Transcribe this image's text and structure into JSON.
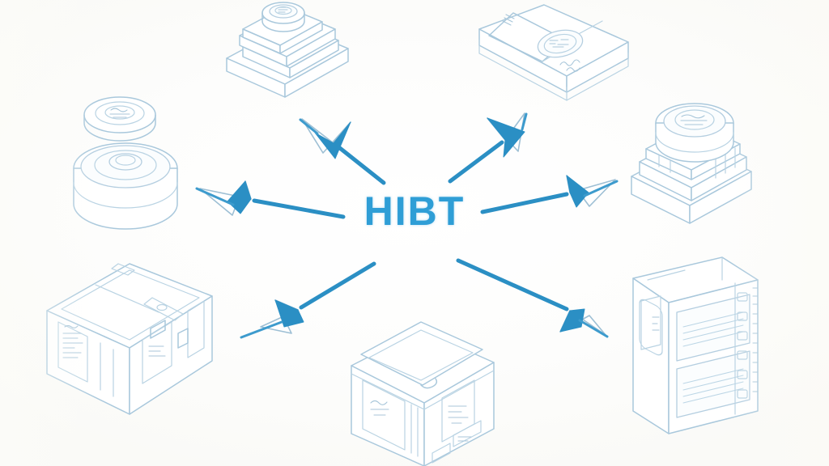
{
  "diagram": {
    "type": "hub-and-spoke",
    "title": "HIBT",
    "center_label": "HIBT",
    "background_color": "#fbfbf8",
    "accent_color": "#2f9ed6",
    "outline_color": "#a9c8dc",
    "arrow_color": "#2b8fc4",
    "arrow_count": 6,
    "arrow_style": "concave-dart-head",
    "node_count": 7,
    "nodes": [
      {
        "id": "node-top-left",
        "name": "stacked-module-top-left",
        "description": "Isometric stacked layered base with cylindrical cap on top",
        "position": "top-left"
      },
      {
        "id": "node-top-right",
        "name": "flat-device-top-right",
        "description": "Flat slab device with circular dial and small markings",
        "position": "top-right"
      },
      {
        "id": "node-left",
        "name": "cylindrical-canister-left",
        "description": "Cylindrical canister with detached disc lid floating above",
        "position": "left"
      },
      {
        "id": "node-right",
        "name": "drum-on-base-right",
        "description": "Layered rectangular base with cylindrical drum on top",
        "position": "right"
      },
      {
        "id": "node-bottom-left",
        "name": "crate-bottom-left",
        "description": "Isometric crate box with label panels and latch handle",
        "position": "bottom-left"
      },
      {
        "id": "node-bottom-center",
        "name": "container-bottom-center",
        "description": "Isometric container box with lid and label panels",
        "position": "bottom-center"
      },
      {
        "id": "node-bottom-right",
        "name": "rack-cabinet-bottom-right",
        "description": "Upright cabinet rack with two slotted vent panels",
        "position": "bottom-right"
      }
    ],
    "arrows": [
      {
        "id": "arrow-up-left",
        "name": "arrow-to-top-left",
        "direction": "up-left"
      },
      {
        "id": "arrow-up-right",
        "name": "arrow-to-top-right",
        "direction": "up-right"
      },
      {
        "id": "arrow-left",
        "name": "arrow-to-left",
        "direction": "left"
      },
      {
        "id": "arrow-right",
        "name": "arrow-to-right",
        "direction": "right"
      },
      {
        "id": "arrow-down-left",
        "name": "arrow-to-bottom-left",
        "direction": "down-left"
      },
      {
        "id": "arrow-down-right",
        "name": "arrow-to-bottom-right",
        "direction": "down-right"
      }
    ]
  }
}
